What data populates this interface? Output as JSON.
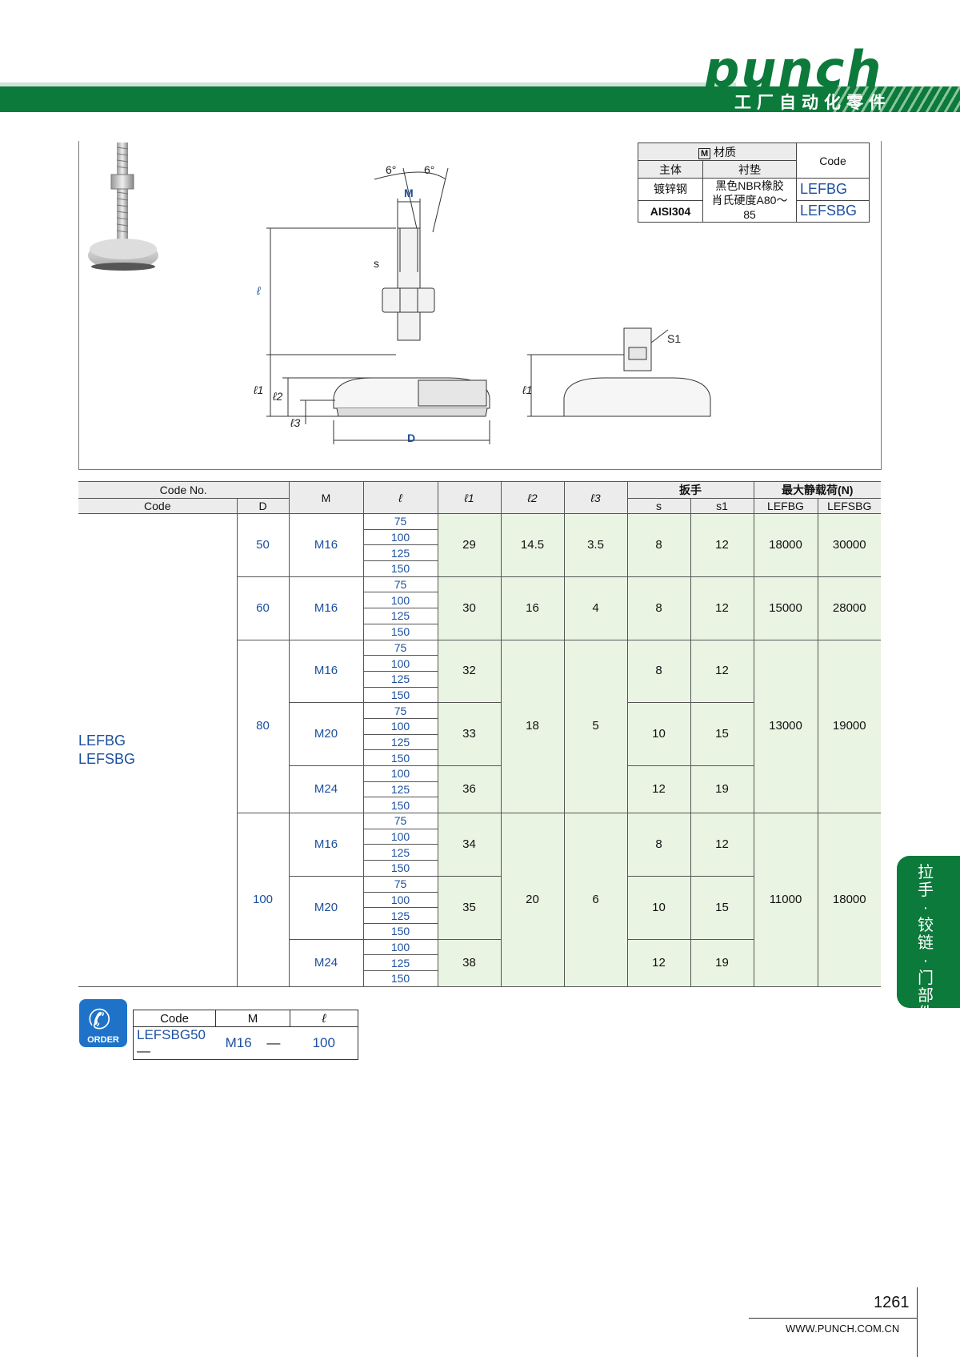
{
  "header": {
    "brand": "punch",
    "subtitle": "工厂自动化零件"
  },
  "material": {
    "title": "材质",
    "title_icon": "M",
    "col_body": "主体",
    "col_pad": "衬垫",
    "col_code": "Code",
    "rows": [
      {
        "body": "镀锌钢",
        "code": "LEFBG"
      },
      {
        "body": "AISI304",
        "code": "LEFSBG"
      }
    ],
    "pad_line1": "黑色NBR橡胶",
    "pad_line2": "肖氏硬度A80～85"
  },
  "drawing": {
    "angle_left": "6°",
    "angle_right": "6°",
    "M": "M",
    "s": "s",
    "s1": "S1",
    "l": "ℓ",
    "l1": "ℓ1",
    "l2": "ℓ2",
    "l3": "ℓ3",
    "D": "D"
  },
  "table": {
    "h_codeno": "Code No.",
    "h_code": "Code",
    "h_D": "D",
    "h_M": "M",
    "h_l": "ℓ",
    "h_l1": "ℓ1",
    "h_l2": "ℓ2",
    "h_l3": "ℓ3",
    "h_wrench": "扳手",
    "h_s": "s",
    "h_s1": "s1",
    "h_load": "最大静载荷(N)",
    "h_lefbg": "LEFBG",
    "h_lefsbg": "LEFSBG",
    "code1": "LEFBG",
    "code2": "LEFSBG",
    "rows": [
      {
        "D": "50",
        "M": "M16",
        "l": [
          "75",
          "100",
          "125",
          "150"
        ],
        "l1": "29",
        "l2": "14.5",
        "l3": "3.5",
        "s": "8",
        "s1": "12",
        "lefbg": "18000",
        "lefsbg": "30000"
      },
      {
        "D": "60",
        "M": "M16",
        "l": [
          "75",
          "100",
          "125",
          "150"
        ],
        "l1": "30",
        "l2": "16",
        "l3": "4",
        "s": "8",
        "s1": "12",
        "lefbg": "15000",
        "lefsbg": "28000"
      },
      {
        "D": "80",
        "l2": "18",
        "l3": "5",
        "lefbg": "13000",
        "lefsbg": "19000",
        "sub": [
          {
            "M": "M16",
            "l": [
              "75",
              "100",
              "125",
              "150"
            ],
            "l1": "32",
            "s": "8",
            "s1": "12"
          },
          {
            "M": "M20",
            "l": [
              "75",
              "100",
              "125",
              "150"
            ],
            "l1": "33",
            "s": "10",
            "s1": "15"
          },
          {
            "M": "M24",
            "l": [
              "100",
              "125",
              "150"
            ],
            "l1": "36",
            "s": "12",
            "s1": "19"
          }
        ]
      },
      {
        "D": "100",
        "l2": "20",
        "l3": "6",
        "lefbg": "11000",
        "lefsbg": "18000",
        "sub": [
          {
            "M": "M16",
            "l": [
              "75",
              "100",
              "125",
              "150"
            ],
            "l1": "34",
            "s": "8",
            "s1": "12"
          },
          {
            "M": "M20",
            "l": [
              "75",
              "100",
              "125",
              "150"
            ],
            "l1": "35",
            "s": "10",
            "s1": "15"
          },
          {
            "M": "M24",
            "l": [
              "100",
              "125",
              "150"
            ],
            "l1": "38",
            "s": "12",
            "s1": "19"
          }
        ]
      }
    ]
  },
  "order": {
    "icon_label": "ORDER",
    "h_code": "Code",
    "h_M": "M",
    "h_l": "ℓ",
    "v_code": "LEFSBG50",
    "dash": "—",
    "v_M": "M16",
    "v_l": "100"
  },
  "side_tab": "拉手·铰链·门部件",
  "footer": {
    "page": "1261",
    "url": "WWW.PUNCH.COM.CN"
  },
  "colors": {
    "brand_green": "#0b7a3a",
    "code_blue": "#1b4f9e",
    "cell_green": "#eaf4e3"
  }
}
